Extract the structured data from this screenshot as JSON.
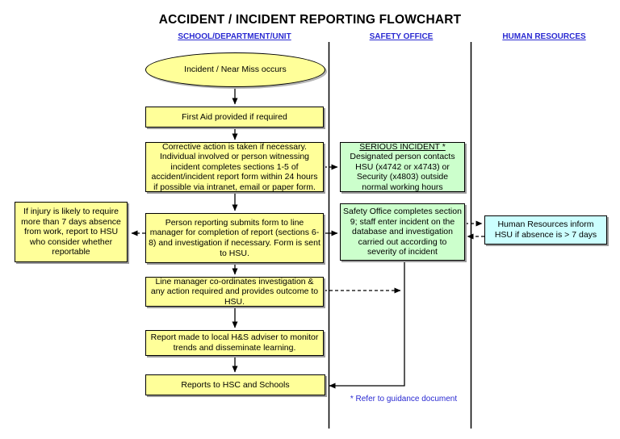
{
  "title": "ACCIDENT / INCIDENT REPORTING FLOWCHART",
  "columns": [
    {
      "label": "SCHOOL/DEPARTMENT/UNIT"
    },
    {
      "label": "SAFETY OFFICE"
    },
    {
      "label": "HUMAN RESOURCES"
    }
  ],
  "nodes": {
    "incident": {
      "shape": "terminator",
      "text": "Incident / Near Miss occurs"
    },
    "first_aid": {
      "shape": "process",
      "text": "First Aid provided if required"
    },
    "corrective_action": {
      "shape": "process",
      "text": "Corrective action is taken if necessary. Individual involved or person witnessing incident completes sections 1-5 of accident/incident report form within 24 hours if possible via intranet, email or paper form."
    },
    "injury_absence": {
      "shape": "process",
      "text": "If injury is likely to require more than 7 days absence from work, report to HSU who consider whether reportable"
    },
    "person_reporting": {
      "shape": "process",
      "text": "Person reporting submits form to line manager for completion of report (sections 6-8) and investigation if necessary. Form is sent to HSU."
    },
    "line_manager": {
      "shape": "process",
      "text": "Line manager co-ordinates investigation & any action required and provides outcome to HSU."
    },
    "hs_adviser": {
      "shape": "process",
      "text": "Report made to local H&S adviser to monitor trends and disseminate learning."
    },
    "reports_hsc": {
      "shape": "process",
      "text": "Reports to HSC and Schools"
    },
    "serious_incident": {
      "shape": "process",
      "heading": "SERIOUS INCIDENT *",
      "text": "Designated person contacts HSU (x4742 or x4743) or Security (x4803) outside normal working hours"
    },
    "safety_office_completes": {
      "shape": "process",
      "text": "Safety Office completes section 9; staff enter incident on the database and investigation carried out according to severity of incident"
    },
    "hr_inform": {
      "shape": "process",
      "text": "Human Resources inform HSU if absence is > 7 days"
    }
  },
  "footnote": "* Refer to guidance document",
  "colors": {
    "school_unit_fill": "#FFFF99",
    "safety_office_fill": "#CCFFCC",
    "human_resources_fill": "#CCFFFF",
    "header_text": "#2A2AD2",
    "footnote_text": "#2A2AD2",
    "connector": "#000000"
  }
}
